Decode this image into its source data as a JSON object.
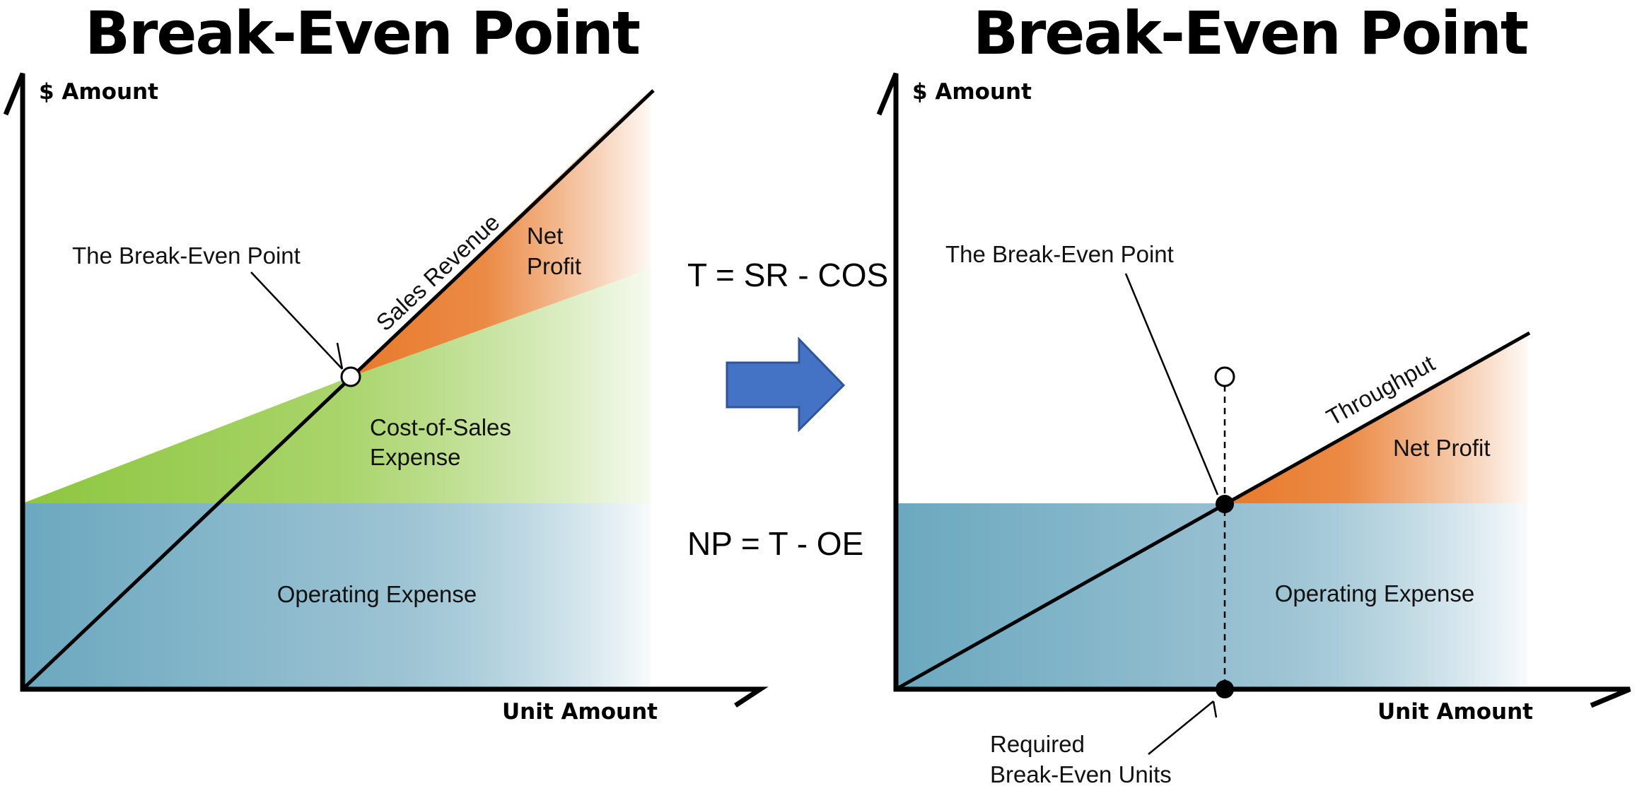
{
  "left_chart": {
    "title": "Break-Even Point",
    "y_axis_label": "$ Amount",
    "x_axis_label": "Unit Amount",
    "line_label_sales_revenue": "Sales Revenue",
    "region_net_profit_line1": "Net",
    "region_net_profit_line2": "Profit",
    "region_cost_of_sales_line1": "Cost-of-Sales",
    "region_cost_of_sales_line2": "Expense",
    "region_operating_expense": "Operating Expense",
    "break_even_callout": "The Break-Even Point"
  },
  "middle": {
    "formula_throughput": "T = SR - COS",
    "formula_net_profit": "NP = T - OE",
    "arrow_icon": "right-arrow-icon"
  },
  "right_chart": {
    "title": "Break-Even Point",
    "y_axis_label": "$ Amount",
    "x_axis_label": "Unit Amount",
    "line_label_throughput": "Throughput",
    "region_net_profit": "Net Profit",
    "region_operating_expense": "Operating Expense",
    "break_even_callout": "The Break-Even Point",
    "required_units_line1": "Required",
    "required_units_line2": "Break-Even Units"
  },
  "colors": {
    "net_profit": "#E8792A",
    "cost_of_sales": "#8DC63F",
    "operating_expense": "#6BA8BF",
    "arrow": "#4472C4",
    "axis": "#000000"
  }
}
